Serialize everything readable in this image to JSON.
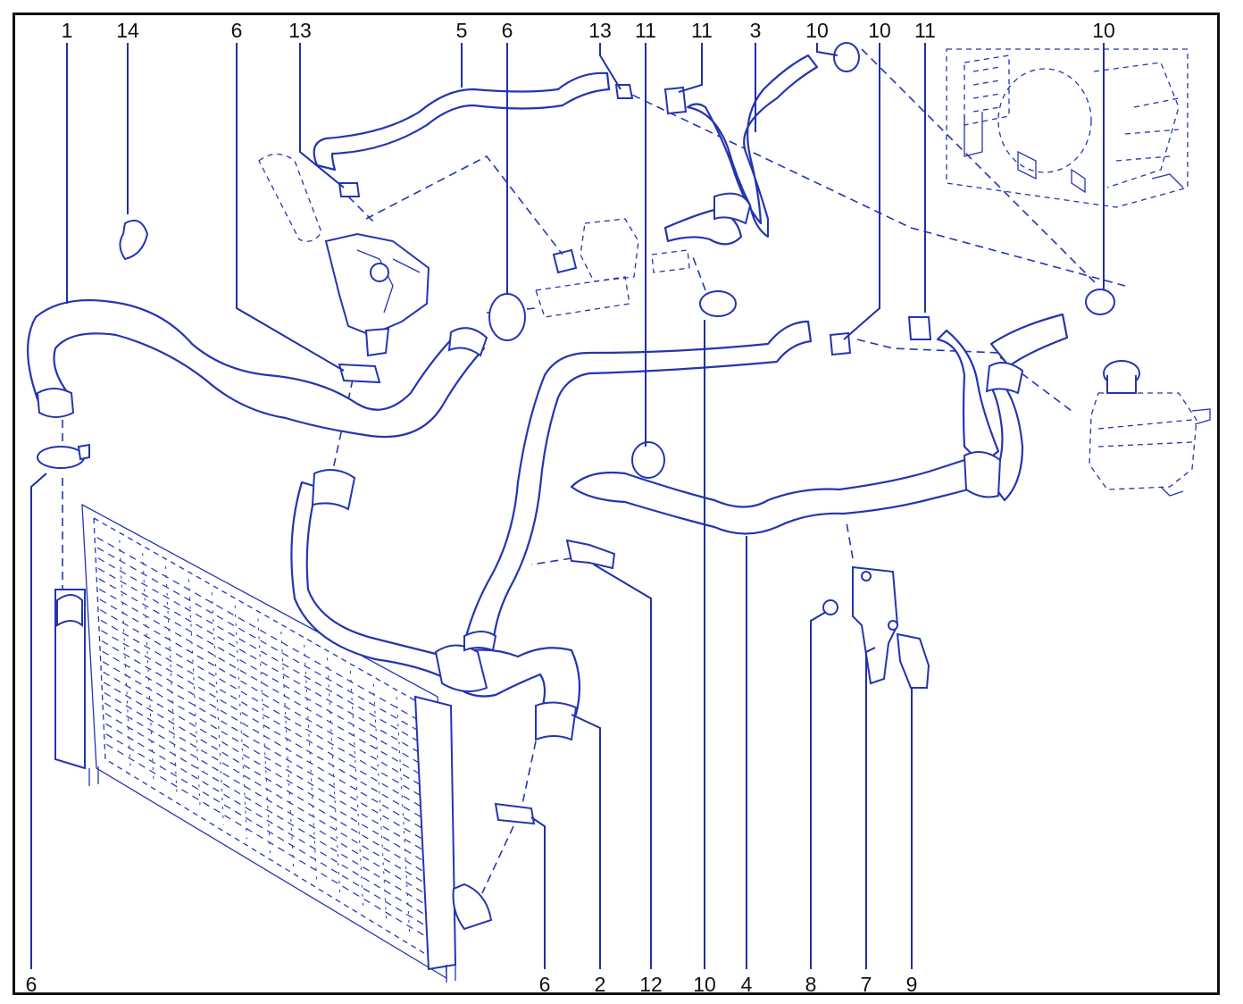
{
  "colors": {
    "line": "#2435b0",
    "text": "#111111",
    "frame": "#111111",
    "background": "#ffffff"
  },
  "callouts": [
    {
      "label": "1"
    },
    {
      "label": "14"
    },
    {
      "label": "6"
    },
    {
      "label": "13"
    },
    {
      "label": "5"
    },
    {
      "label": "6"
    },
    {
      "label": "13"
    },
    {
      "label": "11"
    },
    {
      "label": "11"
    },
    {
      "label": "3"
    },
    {
      "label": "10"
    },
    {
      "label": "10"
    },
    {
      "label": "11"
    },
    {
      "label": "10"
    },
    {
      "label": "6"
    },
    {
      "label": "6"
    },
    {
      "label": "2"
    },
    {
      "label": "12"
    },
    {
      "label": "10"
    },
    {
      "label": "4"
    },
    {
      "label": "8"
    },
    {
      "label": "7"
    },
    {
      "label": "9"
    }
  ]
}
